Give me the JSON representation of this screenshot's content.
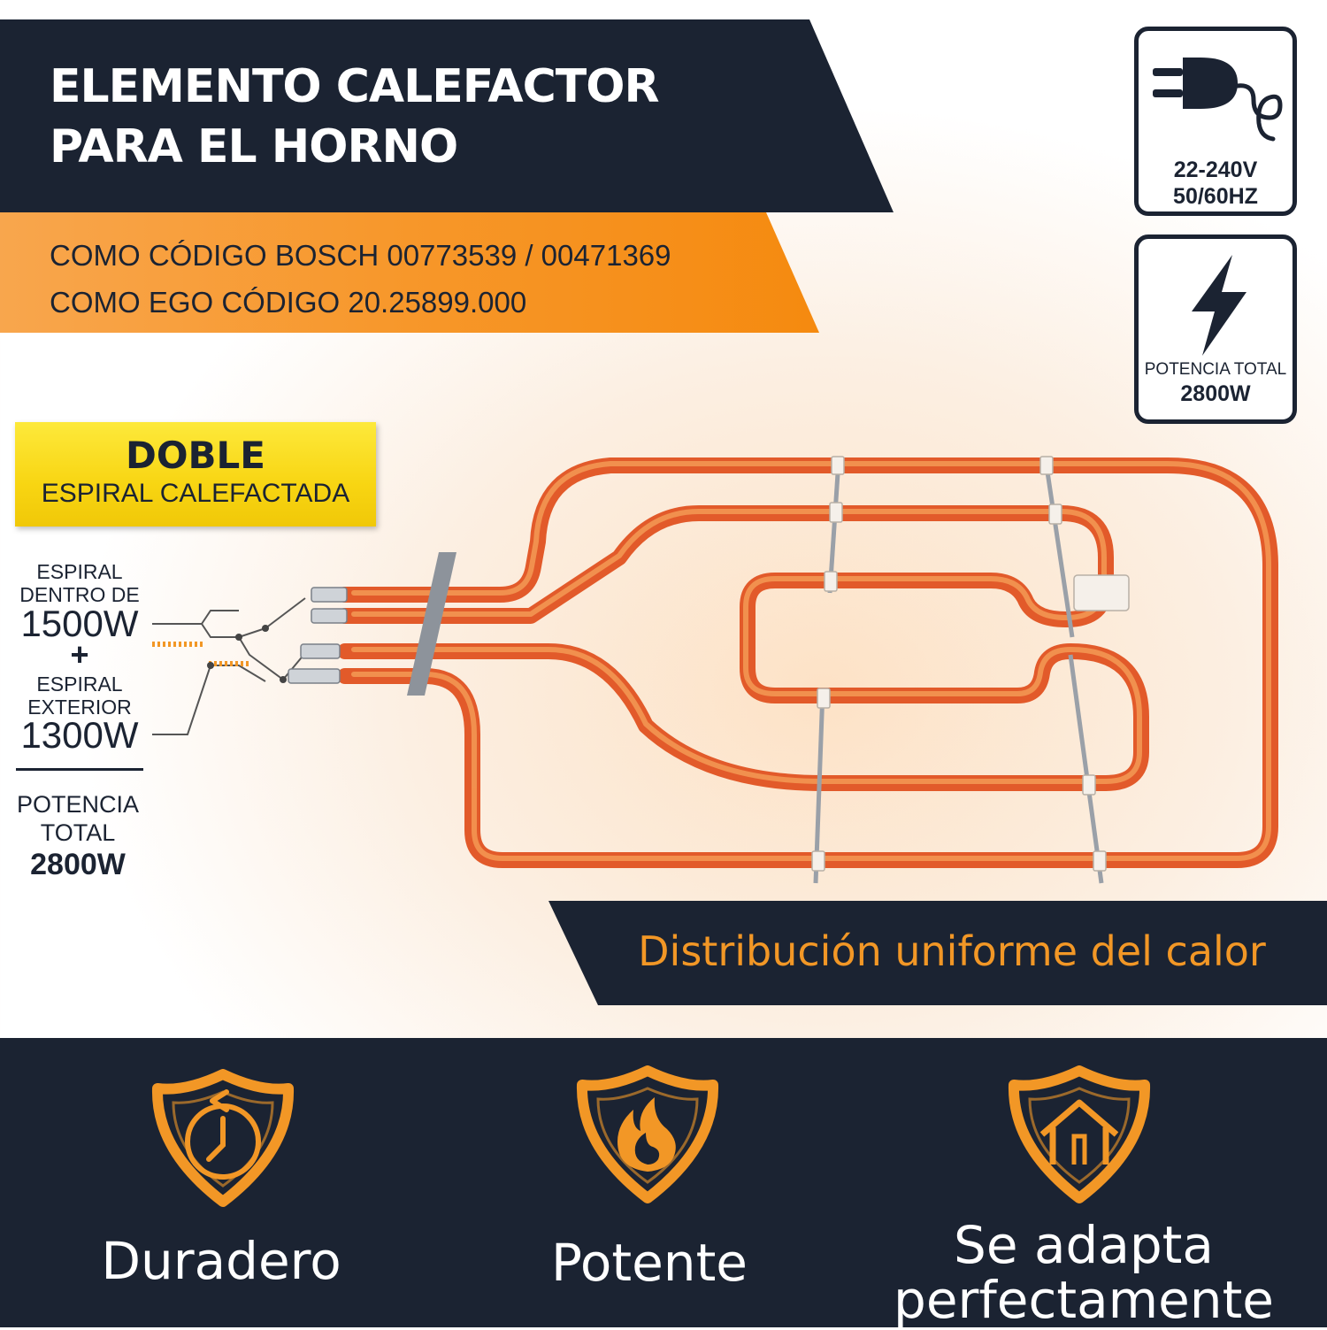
{
  "header": {
    "title_line1": "ELEMENTO CALEFACTOR",
    "title_line2": "PARA EL HORNO",
    "code_line1": "COMO CÓDIGO BOSCH 00773539 / 00471369",
    "code_line2": "COMO EGO CÓDIGO 20.25899.000"
  },
  "specs": {
    "voltage_line1": "22-240V",
    "voltage_line2": "50/60HZ",
    "power_label": "POTENCIA TOTAL",
    "power_value": "2800W",
    "plug_icon": "plug-icon",
    "bolt_icon": "lightning-bolt-icon"
  },
  "badge": {
    "title": "DOBLE",
    "subtitle": "ESPIRAL CALEFACTADA"
  },
  "coil_specs": {
    "inner_label_1": "ESPIRAL",
    "inner_label_2": "DENTRO DE",
    "inner_value": "1500W",
    "plus": "+",
    "outer_label_1": "ESPIRAL",
    "outer_label_2": "EXTERIOR",
    "outer_value": "1300W",
    "total_label_1": "POTENCIA",
    "total_label_2": "TOTAL",
    "total_value": "2800W"
  },
  "distribution": "Distribución uniforme del calor",
  "features": [
    {
      "label": "Duradero",
      "icon": "shield-clock-icon"
    },
    {
      "label": "Potente",
      "icon": "shield-flame-icon"
    },
    {
      "label_line1": "Se adapta",
      "label_line2": "perfectamente",
      "icon": "shield-house-icon"
    }
  ],
  "colors": {
    "navy": "#1b2332",
    "orange": "#f29726",
    "yellow": "#f8d512",
    "coil": "#f06a2a"
  }
}
